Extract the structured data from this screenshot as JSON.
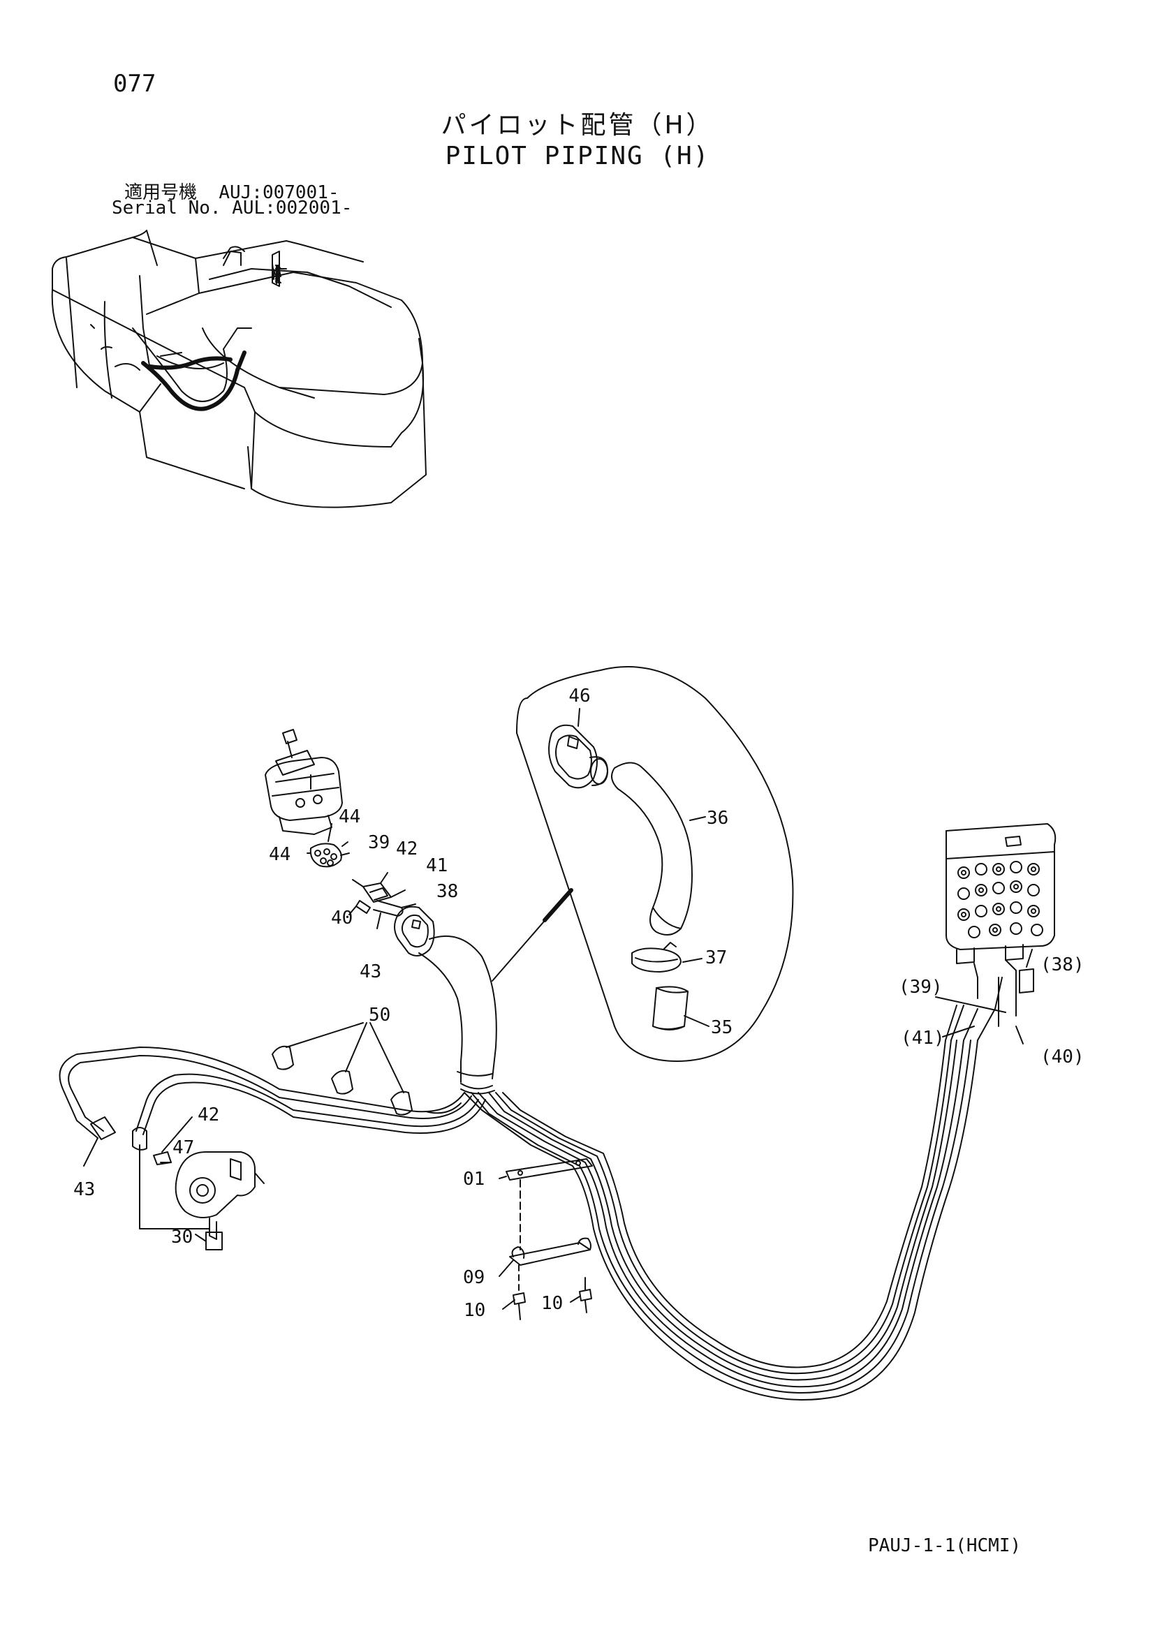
{
  "page_number": "077",
  "title_jp": "パイロット配管（H）",
  "title_en": "PILOT PIPING (H)",
  "serial_label_jp": "適用号機",
  "serial_value_jp": "AUJ:007001-",
  "serial_label_en": "Serial No.",
  "serial_value_en": "AUL:002001-",
  "footer_code": "PAUJ-1-1(HCMI)",
  "part_labels": {
    "p46": "46",
    "p36": "36",
    "p37": "37",
    "p35": "35",
    "p44a": "44",
    "p44b": "44",
    "p39": "39",
    "p42a": "42",
    "p41": "41",
    "p38": "38",
    "p40": "40",
    "p43a": "43",
    "p50": "50",
    "p42b": "42",
    "p47": "47",
    "p43b": "43",
    "p30": "30",
    "p01": "01",
    "p09": "09",
    "p10a": "10",
    "p10b": "10",
    "p38r": "(38)",
    "p39r": "(39)",
    "p41r": "(41)",
    "p40r": "(40)"
  }
}
